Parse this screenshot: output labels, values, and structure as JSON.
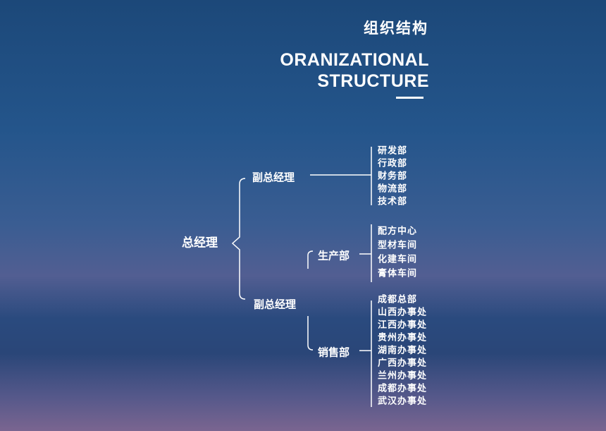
{
  "header": {
    "title_cn": "组织结构",
    "title_en_line1": "ORANIZATIONAL",
    "title_en_line2": "STRUCTURE"
  },
  "org": {
    "root": "总经理",
    "vp1": {
      "label": "副总经理",
      "departments": [
        "研发部",
        "行政部",
        "财务部",
        "物流部",
        "技术部"
      ]
    },
    "vp2": {
      "label": "副总经理",
      "production": {
        "label": "生产部",
        "units": [
          "配方中心",
          "型材车间",
          "化建车间",
          "膏体车间"
        ]
      },
      "sales": {
        "label": "销售部",
        "offices": [
          "成都总部",
          "山西办事处",
          "江西办事处",
          "贵州办事处",
          "湖南办事处",
          "广西办事处",
          "兰州办事处",
          "成都办事处",
          "武汉办事处"
        ]
      }
    }
  }
}
